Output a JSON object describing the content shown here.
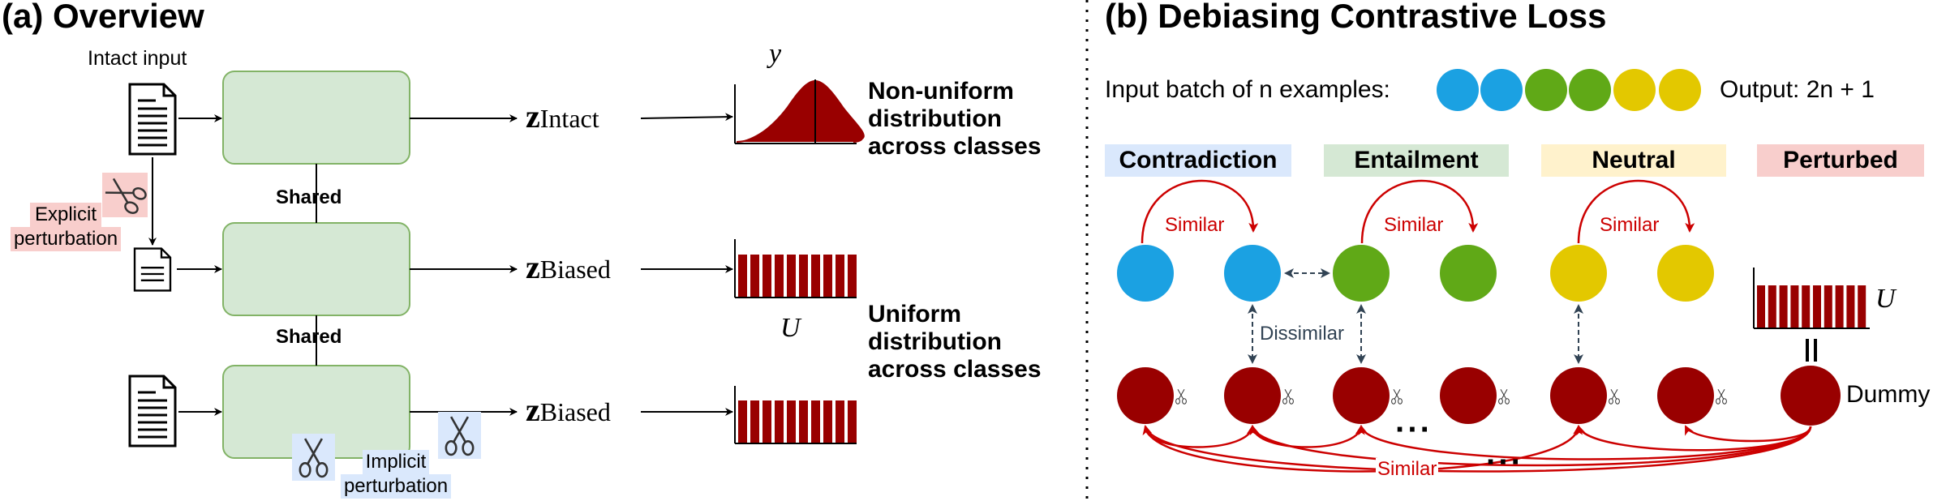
{
  "panel_a": {
    "title": "(a) Overview",
    "intact_input_label": "Intact input",
    "explicit_perturbation_label": [
      "Explicit",
      "perturbation"
    ],
    "implicit_perturbation_label": [
      "Implicit",
      "perturbation"
    ],
    "shared_label_1": "Shared",
    "shared_label_2": "Shared",
    "z_intact": {
      "symbol": "z",
      "subscript": "Intact"
    },
    "z_biased_1": {
      "symbol": "z",
      "subscript": "Biased"
    },
    "z_biased_2": {
      "symbol": "z",
      "subscript": "Biased"
    },
    "y_label": "y",
    "u_label": "U",
    "non_uniform_label": [
      "Non-uniform",
      "distribution",
      "across classes"
    ],
    "uniform_label": [
      "Uniform",
      "distribution",
      "across classes"
    ],
    "colors": {
      "encoder_fill": "#d5e8d4",
      "encoder_stroke": "#82b366",
      "distribution": "#990000",
      "explicit_bg": "#f8cecc",
      "implicit_bg": "#dae8fc"
    }
  },
  "panel_b": {
    "title": "(b) Debiasing Contrastive Loss",
    "input_batch_label": "Input batch of n examples:",
    "output_label": "Output: 2n + 1",
    "batch_colors": [
      "#1ba1e2",
      "#1ba1e2",
      "#60a917",
      "#60a917",
      "#e3c800",
      "#e3c800"
    ],
    "categories": [
      {
        "label": "Contradiction",
        "bg": "#dae8fc"
      },
      {
        "label": "Entailment",
        "bg": "#d5e8d4"
      },
      {
        "label": "Neutral",
        "bg": "#fff2cc"
      },
      {
        "label": "Perturbed",
        "bg": "#f8cecc"
      }
    ],
    "similar_labels": [
      "Similar",
      "Similar",
      "Similar",
      "Similar"
    ],
    "dissimilar_label": "Dissimilar",
    "ellipsis_1": "···",
    "ellipsis_2": "···",
    "u_label": "U",
    "dummy_label": "Dummy",
    "colors": {
      "contradiction": "#1ba1e2",
      "entailment": "#60a917",
      "neutral": "#e3c800",
      "perturbed": "#990000",
      "similar_arrow": "#cc0000",
      "dissimilar_arrow": "#314354"
    }
  }
}
